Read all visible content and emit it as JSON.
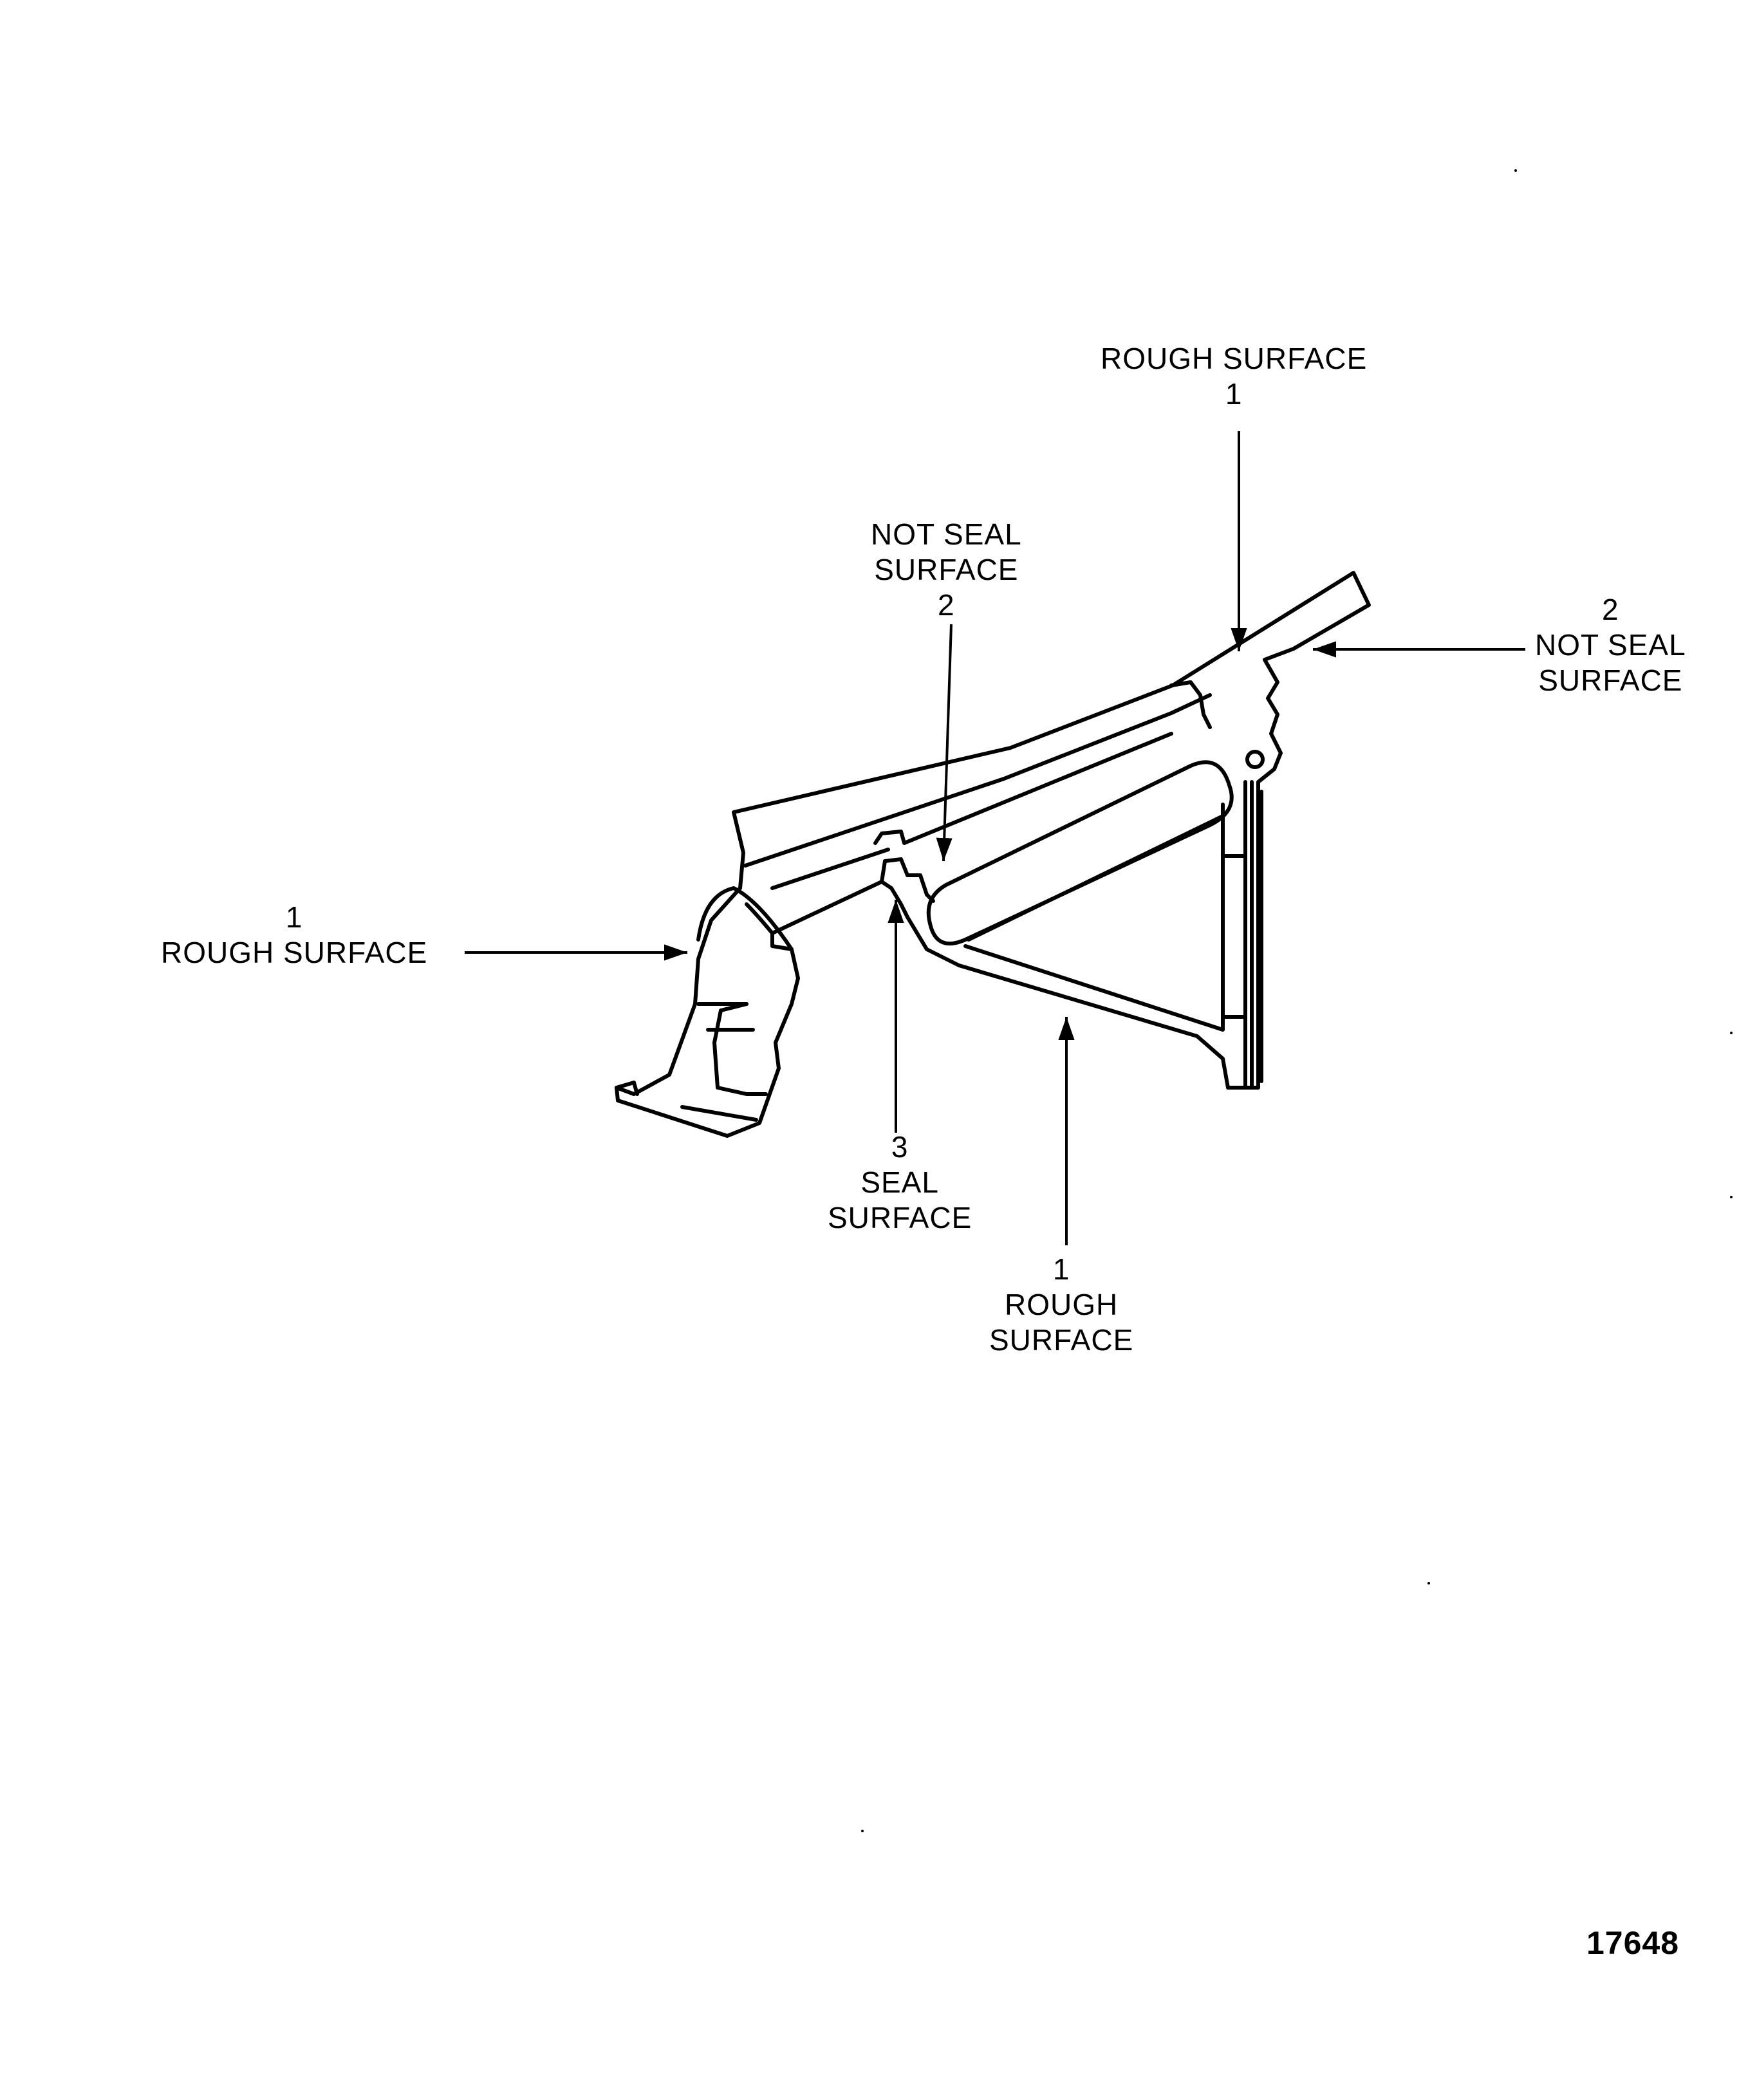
{
  "callouts": {
    "top_rough": {
      "line1": "ROUGH SURFACE",
      "line2": "1"
    },
    "not_seal_left": {
      "line1": "NOT SEAL",
      "line2": "SURFACE",
      "line3": "2"
    },
    "not_seal_right": {
      "line1": "2",
      "line2": "NOT SEAL",
      "line3": "SURFACE"
    },
    "left_rough": {
      "line1": "1",
      "line2": "ROUGH SURFACE"
    },
    "seal": {
      "line1": "3",
      "line2": "SEAL",
      "line3": "SURFACE"
    },
    "bottom_rough": {
      "line1": "1",
      "line2": "ROUGH",
      "line3": "SURFACE"
    }
  },
  "figure_number": "17648"
}
